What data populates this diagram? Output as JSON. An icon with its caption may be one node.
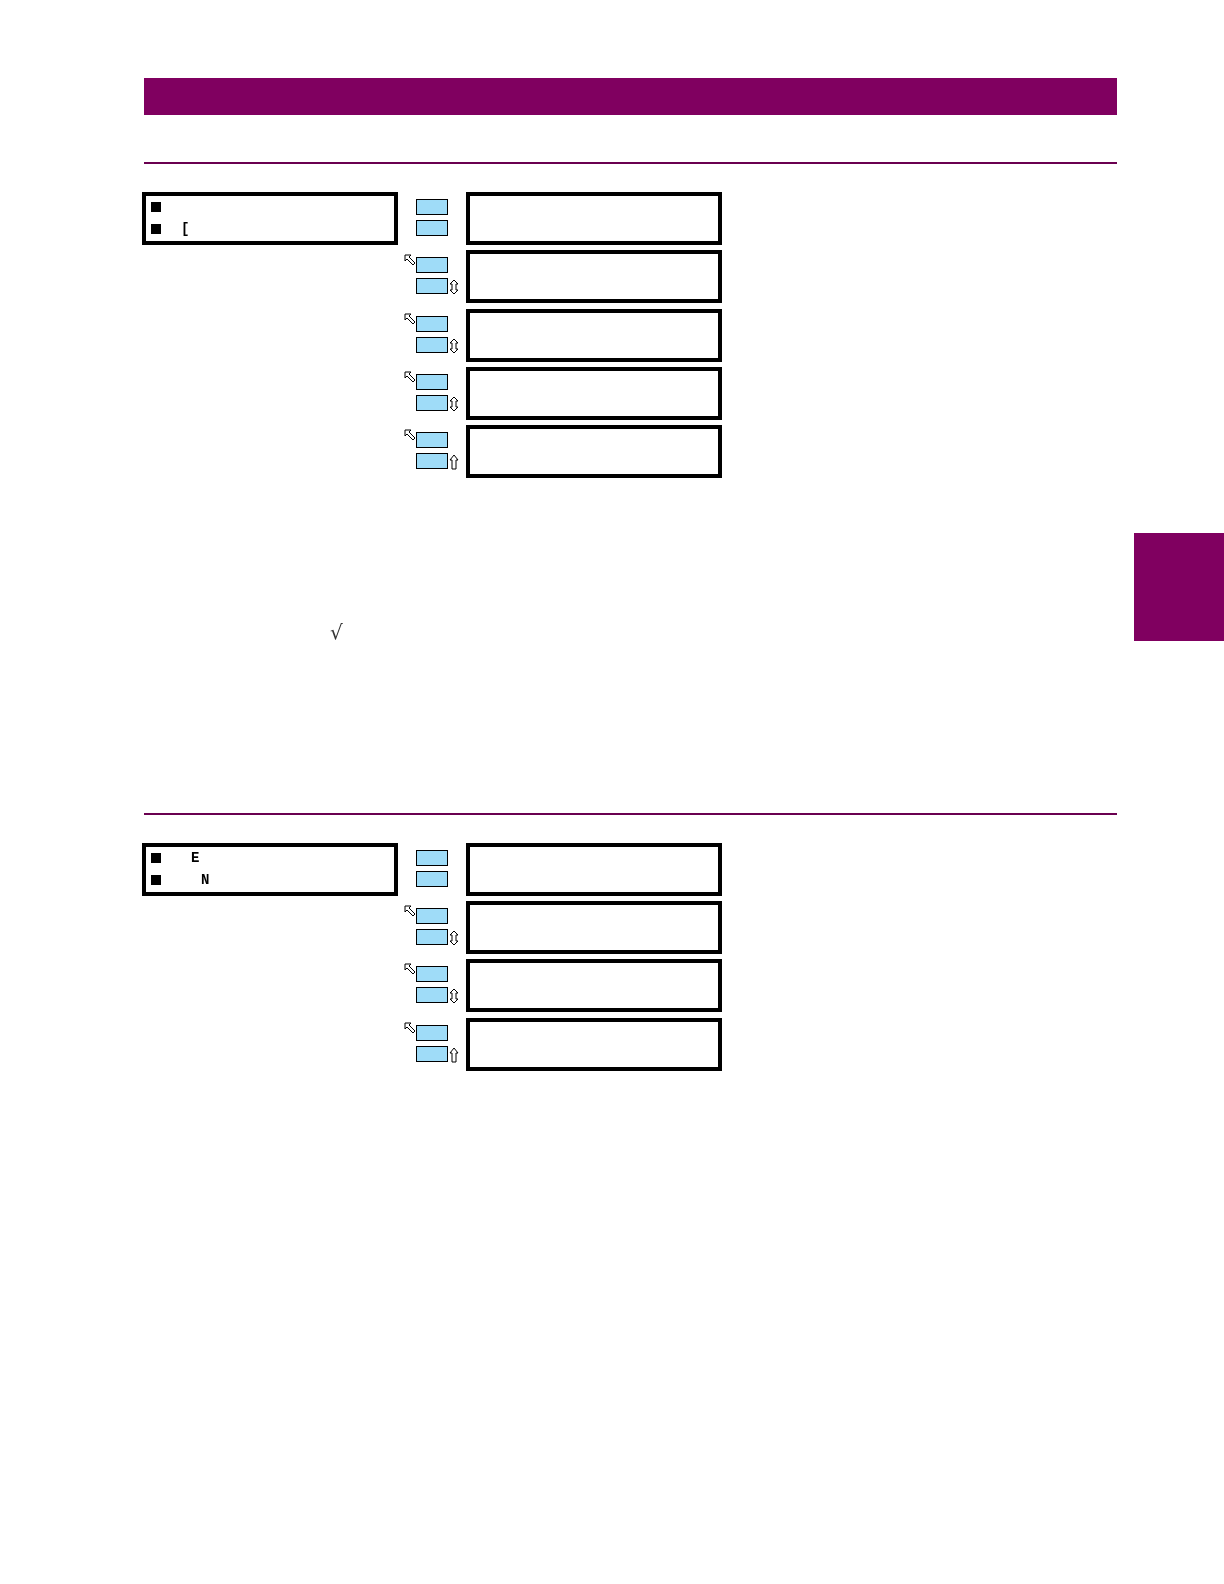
{
  "diagram": {
    "nodes": [
      {
        "text": [
          "["
        ]
      },
      {
        "text": [],
        "shape": "box"
      },
      {
        "text": [],
        "shape": "box"
      },
      {
        "text": [],
        "shape": "box"
      },
      {
        "text": [],
        "shape": "box"
      },
      {
        "text": [],
        "shape": "box"
      },
      {
        "text": [
          "E",
          "N"
        ]
      },
      {
        "text": [],
        "shape": "box"
      },
      {
        "text": [],
        "shape": "box"
      },
      {
        "text": [],
        "shape": "box"
      },
      {
        "text": [],
        "shape": "box"
      },
      {
        "text": [],
        "shape": "bar"
      }
    ],
    "edges": [],
    "labels": [
      "√"
    ]
  }
}
